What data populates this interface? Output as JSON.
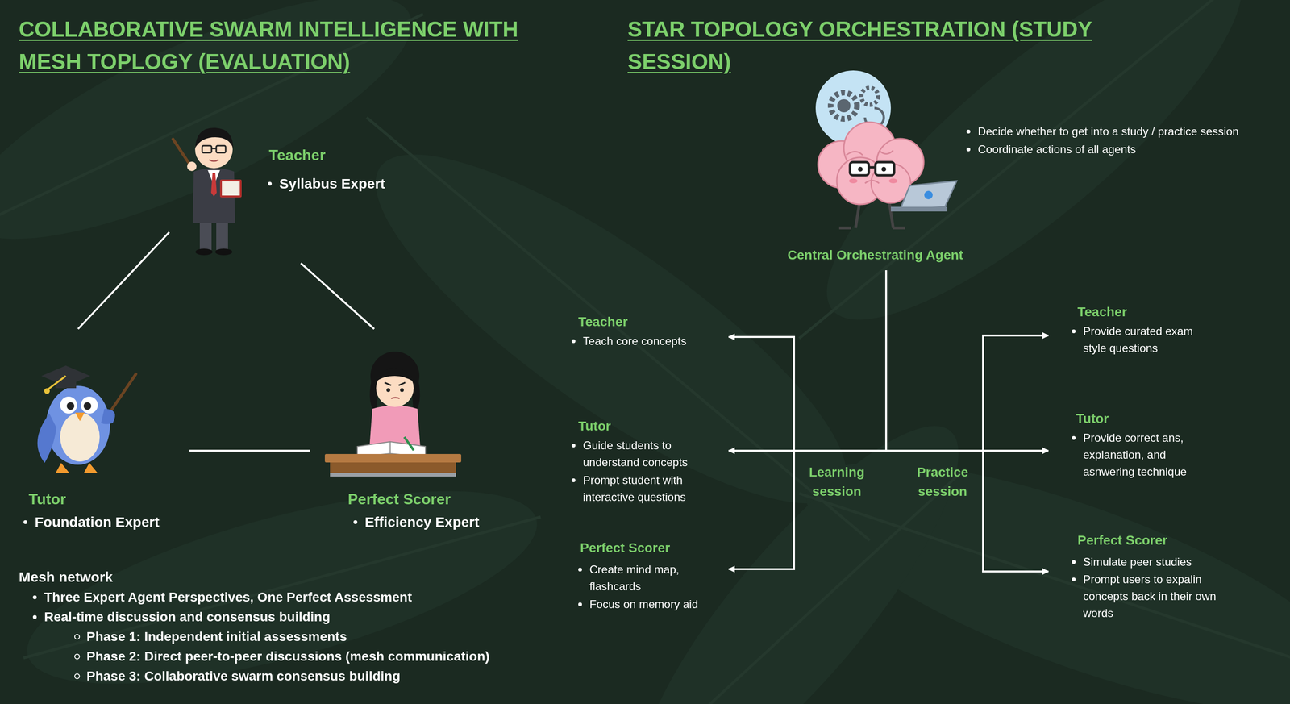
{
  "diagram": {
    "nodes": [
      {
        "text": [
          "Teacher",
          "Syllabus Expert"
        ]
      },
      {
        "text": [
          "Tutor",
          "Foundation Expert"
        ]
      },
      {
        "text": [
          "Perfect Scorer",
          "Efficiency Expert"
        ]
      },
      {
        "text": [
          "Central Orchestrating Agent",
          "Decide whether to get into a study / practice session",
          "Coordinate actions of all agents"
        ]
      },
      {
        "text": [
          "Teacher",
          "Teach core concepts"
        ]
      },
      {
        "text": [
          "Tutor",
          "Guide students to understand concepts",
          "Prompt student with interactive questions"
        ]
      },
      {
        "text": [
          "Perfect Scorer",
          "Create mind map, flashcards",
          "Focus on memory aid"
        ]
      },
      {
        "text": [
          "Teacher",
          "Provide curated exam style questions"
        ]
      },
      {
        "text": [
          "Tutor",
          "Provide correct ans, explanation, and asnwering technique"
        ]
      },
      {
        "text": [
          "Perfect Scorer",
          "Simulate peer studies",
          "Prompt users to expalin concepts back in their own words"
        ]
      }
    ],
    "edges": [
      {
        "from": 0,
        "to": 1,
        "arrow": "none"
      },
      {
        "from": 0,
        "to": 2,
        "arrow": "none"
      },
      {
        "from": 1,
        "to": 2,
        "arrow": "none"
      },
      {
        "from": 3,
        "to": 4,
        "arrow": "to"
      },
      {
        "from": 3,
        "to": 5,
        "arrow": "to"
      },
      {
        "from": 3,
        "to": 6,
        "arrow": "to"
      },
      {
        "from": 3,
        "to": 7,
        "arrow": "to"
      },
      {
        "from": 3,
        "to": 8,
        "arrow": "to"
      },
      {
        "from": 3,
        "to": 9,
        "arrow": "to"
      }
    ],
    "labels": [
      "COLLABORATIVE SWARM INTELLIGENCE WITH MESH TOPLOGY (EVALUATION)",
      "STAR TOPOLOGY ORCHESTRATION (STUDY SESSION)",
      "Mesh network",
      "Three Expert Agent Perspectives, One Perfect Assessment",
      "Real-time discussion and consensus building",
      "Phase 1: Independent initial assessments",
      "Phase 2: Direct peer-to-peer discussions (mesh communication)",
      "Phase 3: Collaborative swarm consensus building",
      "Learning session",
      "Practice session"
    ]
  }
}
